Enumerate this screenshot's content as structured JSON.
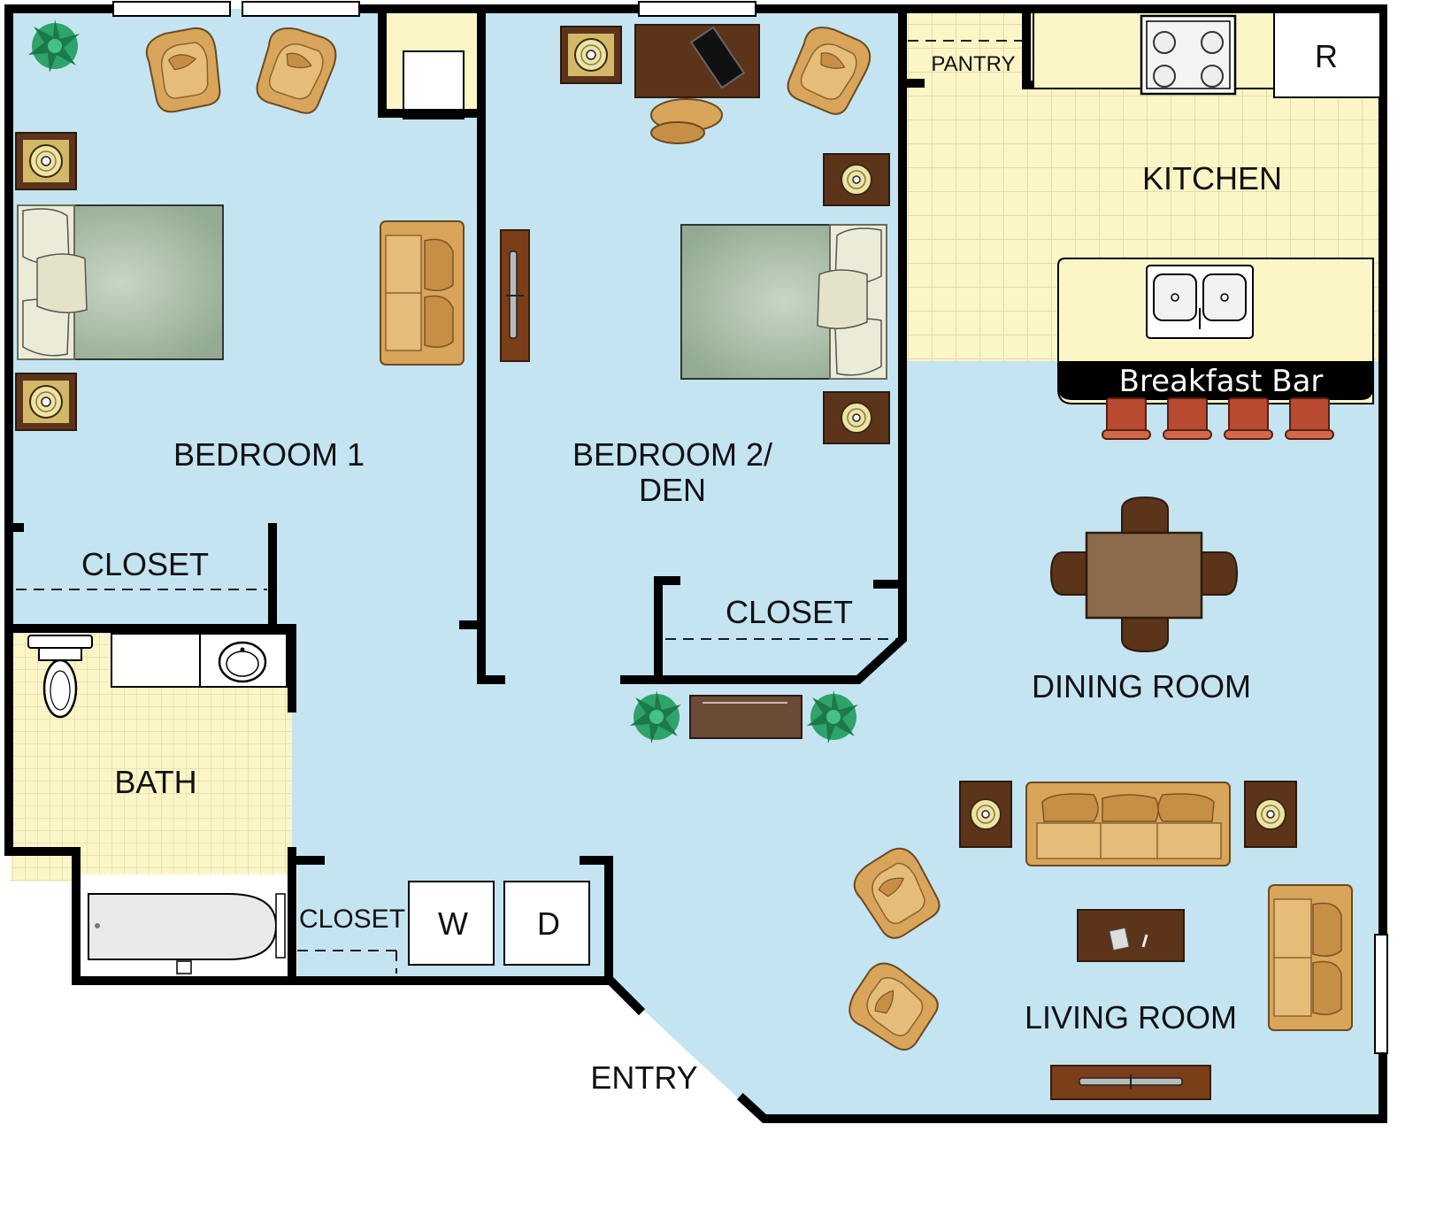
{
  "colors": {
    "floor": "#c4e4f2",
    "tile": "#fcf6c7",
    "tile_grid": "#e2dbb0",
    "wall": "#000000",
    "wood_dark": "#5c341a",
    "wood_mid": "#7d5737",
    "upholstery": "#d9a55a",
    "bed": "#9cb59c",
    "pillow": "#ecebd8",
    "plant": "#2ea36a",
    "stool": "#b84a32"
  },
  "rooms": {
    "bedroom1": "BEDROOM 1",
    "bedroom2_line1": "BEDROOM 2/",
    "bedroom2_line2": "DEN",
    "closet_bedroom1": "CLOSET",
    "closet_bedroom2": "CLOSET",
    "closet_hall": "CLOSET",
    "bath": "BATH",
    "pantry": "PANTRY",
    "kitchen": "KITCHEN",
    "dining": "DINING ROOM",
    "living": "LIVING ROOM",
    "entry": "ENTRY"
  },
  "fixtures": {
    "refrigerator": "R",
    "washer": "W",
    "dryer": "D",
    "breakfast_bar": "Breakfast Bar"
  },
  "icons": {
    "plant": "plant-icon",
    "armchair": "armchair-icon",
    "lamp_table": "lamp-icon",
    "bed": "bed-icon",
    "sofa": "sofa-icon",
    "tv": "tv-icon",
    "desk": "desk-icon",
    "toilet": "toilet-icon",
    "sink": "sink-icon",
    "bathtub": "bathtub-icon",
    "stove": "stove-icon",
    "stool": "bar-stool-icon"
  }
}
